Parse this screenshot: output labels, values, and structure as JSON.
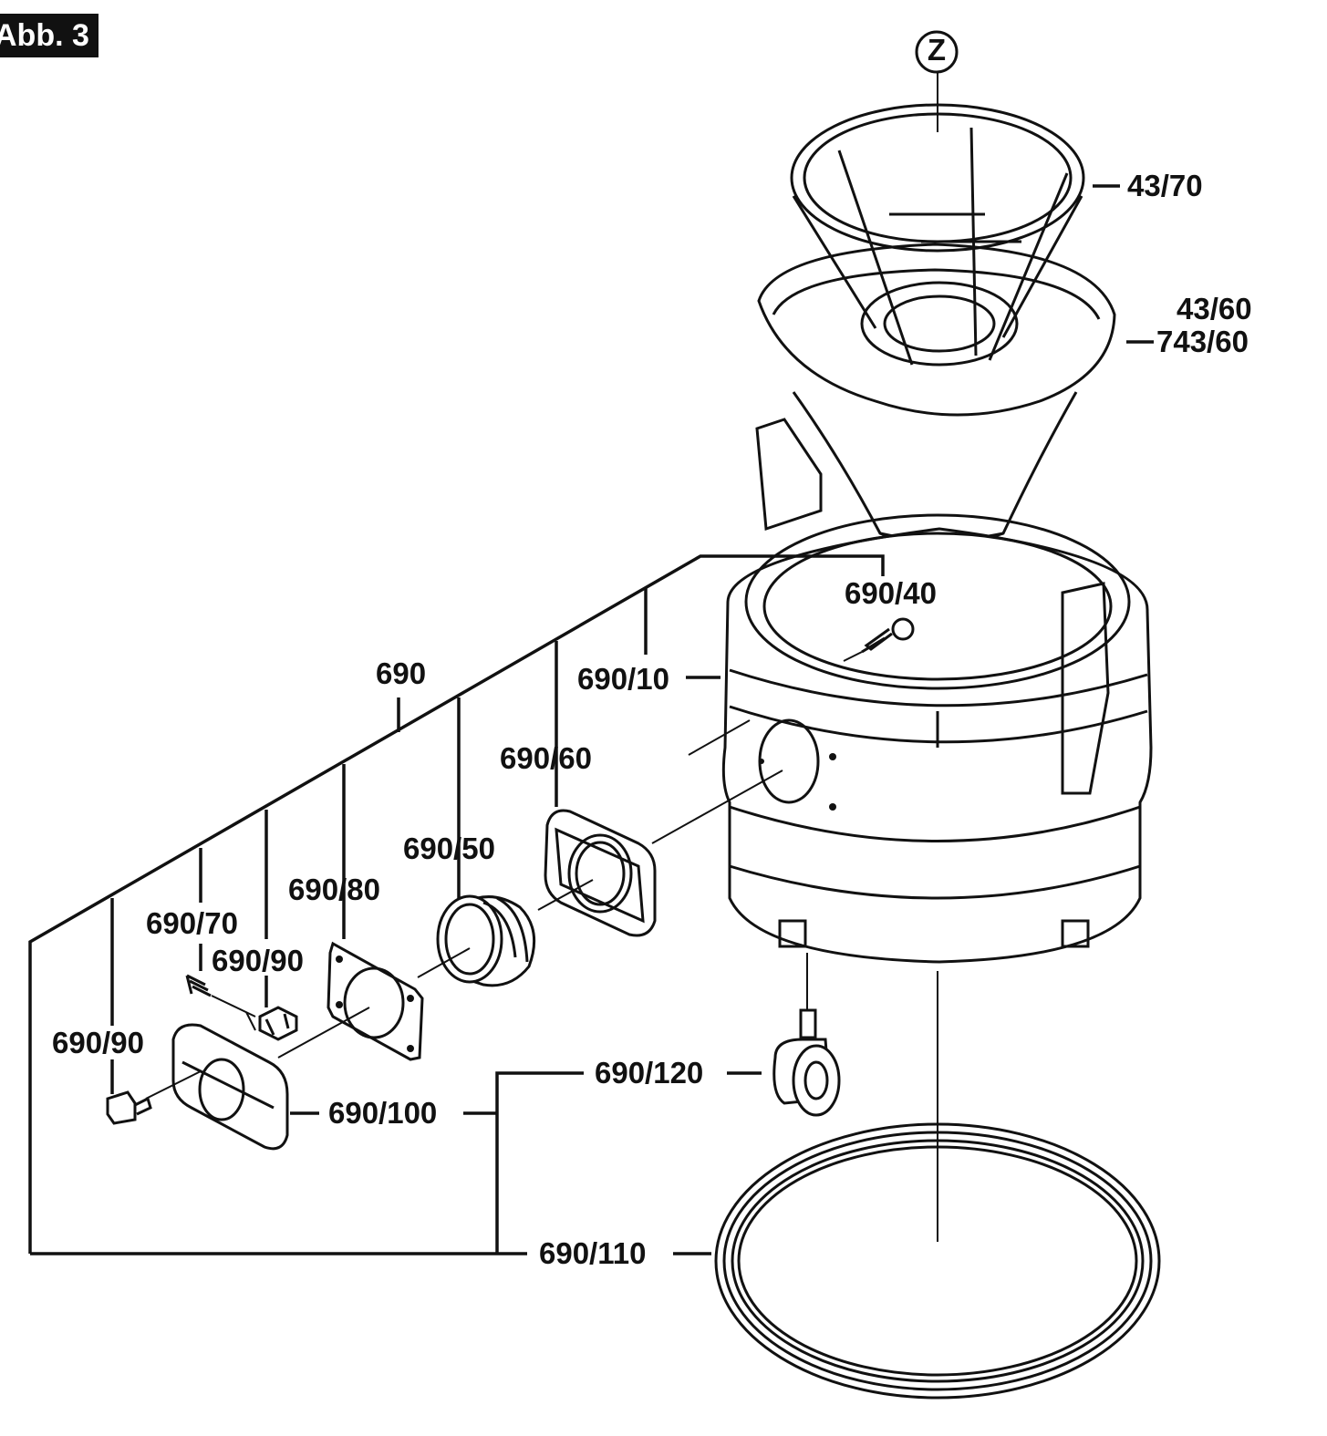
{
  "figure_tag": "Abb. 3",
  "labels": {
    "z": "Z",
    "p43_70": "43/70",
    "p43_60": "43/60",
    "p743_60": "743/60",
    "p690_40": "690/40",
    "p690": "690",
    "p690_10": "690/10",
    "p690_60": "690/60",
    "p690_50": "690/50",
    "p690_80": "690/80",
    "p690_70": "690/70",
    "p690_90_top": "690/90",
    "p690_90_left": "690/90",
    "p690_120": "690/120",
    "p690_100": "690/100",
    "p690_110": "690/110"
  }
}
